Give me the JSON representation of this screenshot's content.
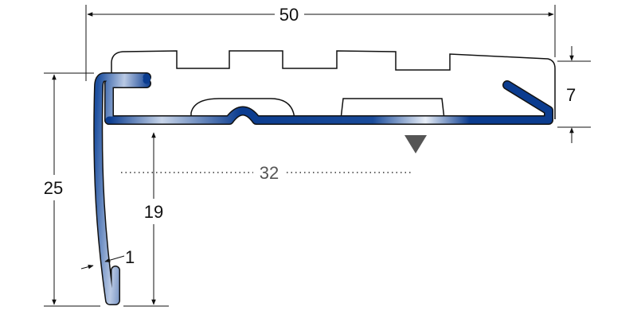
{
  "dimensions": {
    "total_width": "50",
    "insert_height": "7",
    "total_height": "25",
    "inner_height": "19",
    "tread_depth": "32",
    "thickness": "1"
  },
  "colors": {
    "profile": "#0b3c8f",
    "outline": "#111111",
    "marker": "#555555"
  }
}
